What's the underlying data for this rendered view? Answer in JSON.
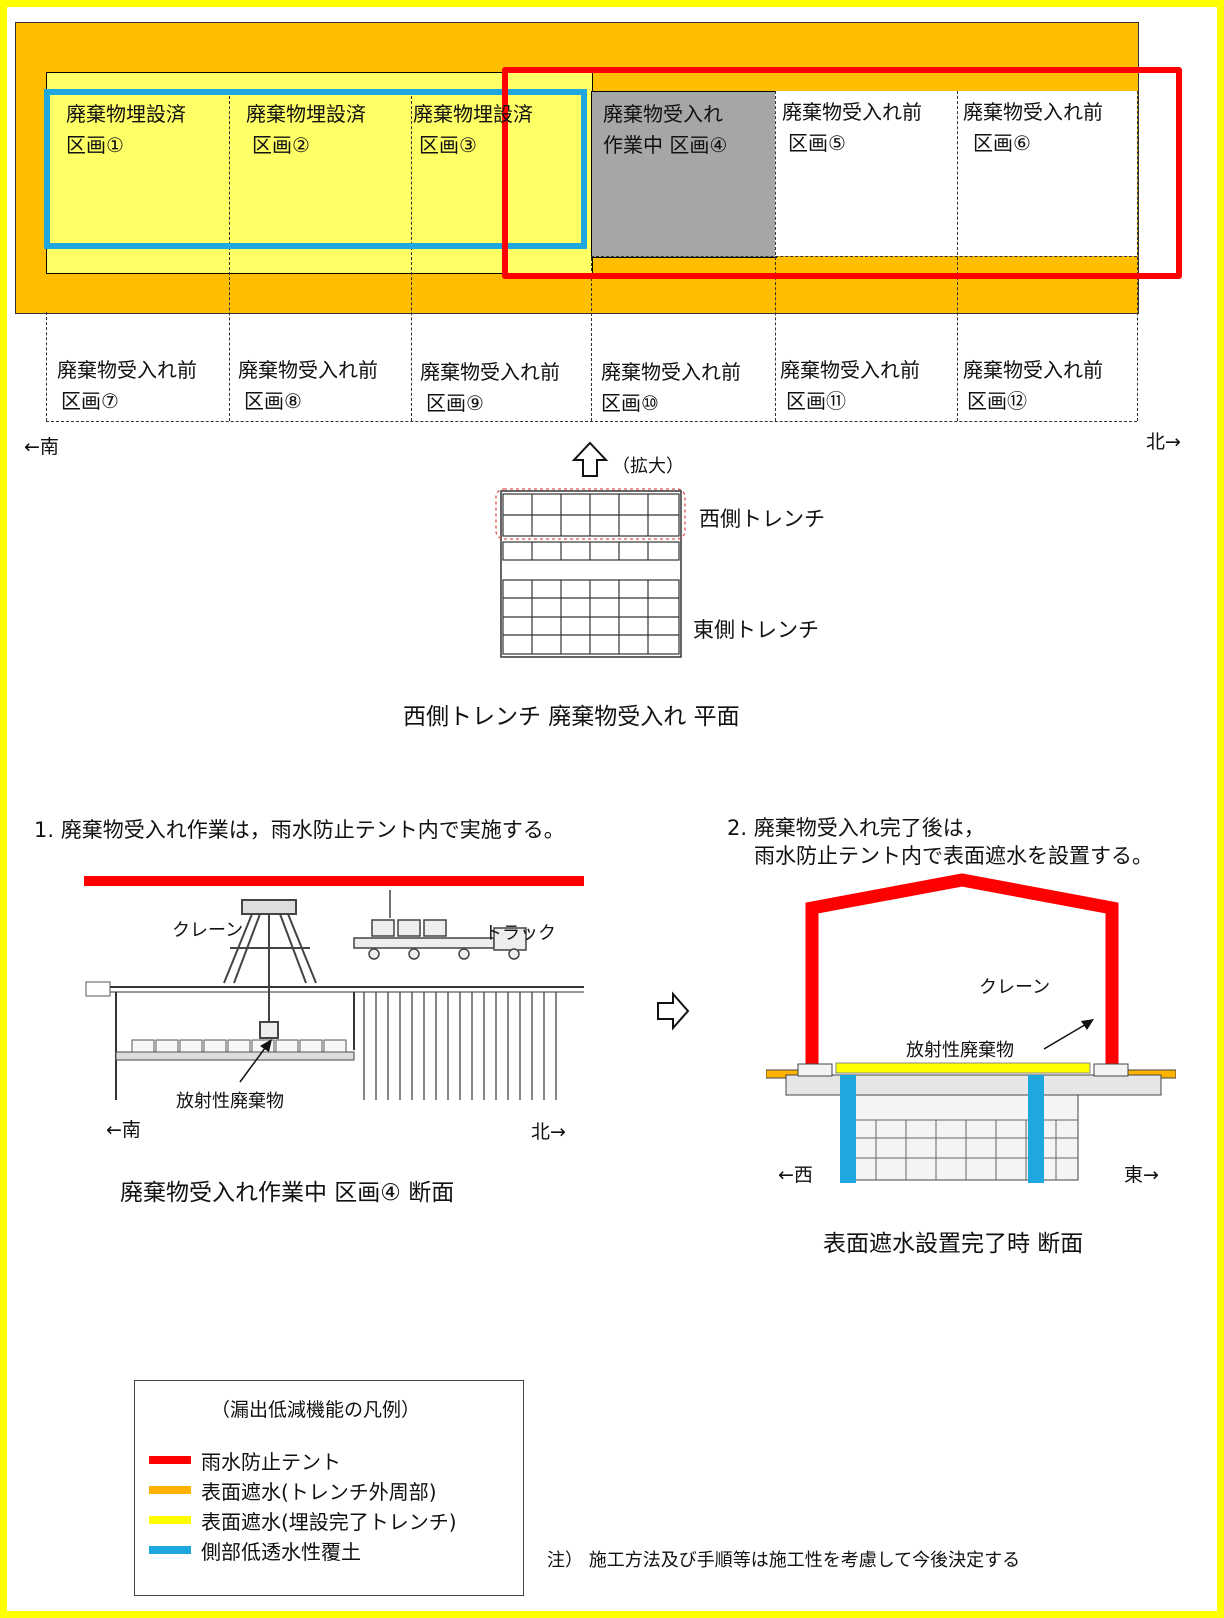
{
  "plan": {
    "sections": {
      "s1": [
        "廃棄物埋設済",
        "区画①"
      ],
      "s2": [
        "廃棄物埋設済",
        "区画②"
      ],
      "s3": [
        "廃棄物埋設済",
        "区画③"
      ],
      "s4": [
        "廃棄物受入れ",
        "作業中 区画④"
      ],
      "s5": [
        "廃棄物受入れ前",
        "区画⑤"
      ],
      "s6": [
        "廃棄物受入れ前",
        "区画⑥"
      ],
      "s7": [
        "廃棄物受入れ前",
        "区画⑦"
      ],
      "s8": [
        "廃棄物受入れ前",
        "区画⑧"
      ],
      "s9": [
        "廃棄物受入れ前",
        "区画⑨"
      ],
      "s10": [
        "廃棄物受入れ前",
        "区画⑩"
      ],
      "s11": [
        "廃棄物受入れ前",
        "区画⑪"
      ],
      "s12": [
        "廃棄物受入れ前",
        "区画⑫"
      ]
    },
    "south": "←南",
    "north": "北→",
    "zoom": "（拡大）"
  },
  "keyplan": {
    "west_label": "西側トレンチ",
    "east_label": "東側トレンチ",
    "caption": "西側トレンチ 廃棄物受入れ 平面"
  },
  "step1": {
    "text": "1. 廃棄物受入れ作業は，雨水防止テント内で実施する。",
    "crane": "クレーン",
    "truck": "トラック",
    "waste": "放射性廃棄物",
    "south": "←南",
    "north": "北→",
    "caption": "廃棄物受入れ作業中 区画④ 断面"
  },
  "step2": {
    "line1": "2. 廃棄物受入れ完了後は，",
    "line2": "雨水防止テント内で表面遮水を設置する。",
    "crane": "クレーン",
    "waste": "放射性廃棄物",
    "west": "←西",
    "east": "東→",
    "caption": "表面遮水設置完了時 断面"
  },
  "legend": {
    "title": "（漏出低減機能の凡例）",
    "items": [
      {
        "label": "雨水防止テント",
        "color": "#ff0000"
      },
      {
        "label": "表面遮水(トレンチ外周部)",
        "color": "#ffb300"
      },
      {
        "label": "表面遮水(埋設完了トレンチ)",
        "color": "#ffff00"
      },
      {
        "label": "側部低透水性覆土",
        "color": "#1fa7e0"
      }
    ]
  },
  "note": "注） 施工方法及び手順等は施工性を考慮して今後決定する",
  "colors": {
    "frame": "#ffff00",
    "tent": "#ff0000",
    "outer_seal": "#ffbf00",
    "completed_seal": "#ffff66",
    "side_cover": "#1fa7e0",
    "active_section": "#a6a6a6"
  }
}
